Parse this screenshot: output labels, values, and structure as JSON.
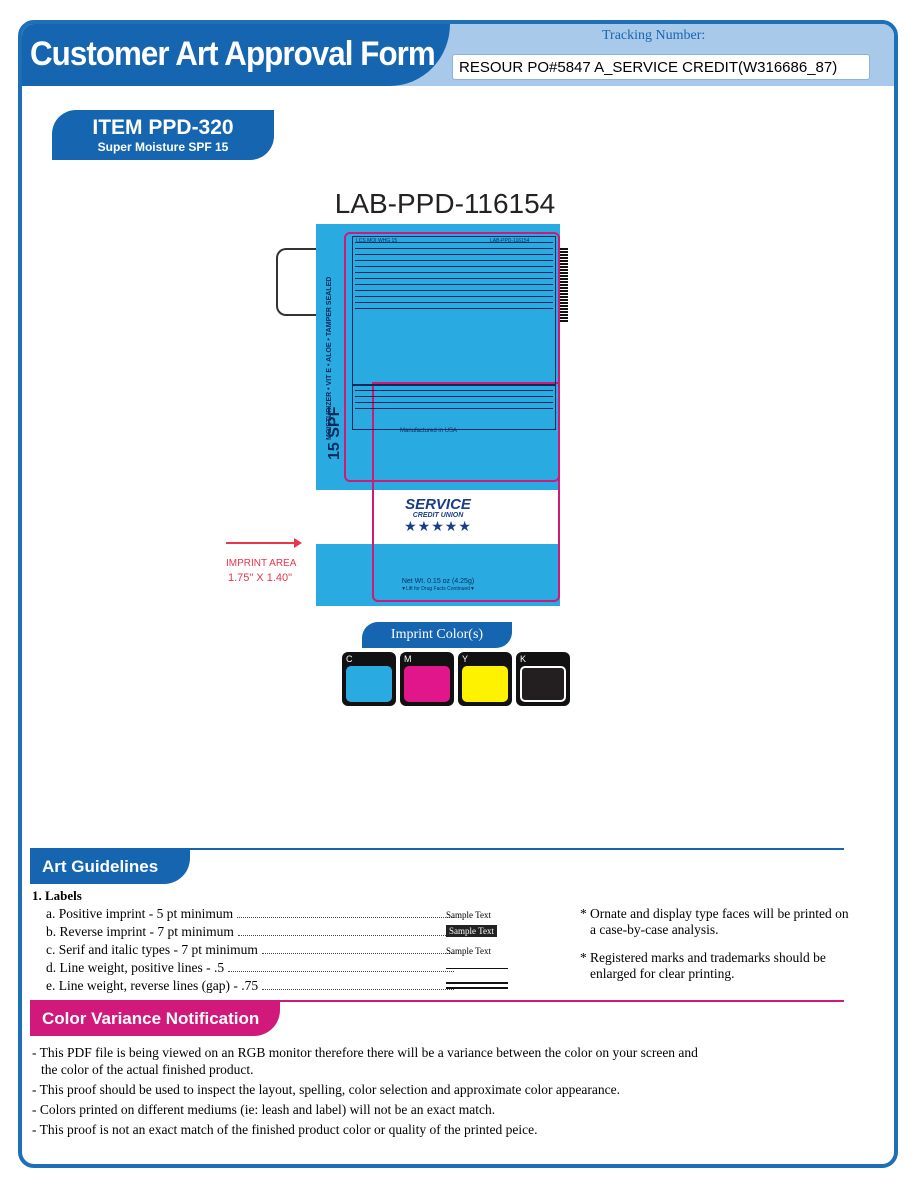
{
  "header": {
    "title": "Customer Art Approval Form",
    "tracking_label": "Tracking Number:",
    "tracking_value": "RESOUR PO#5847 A_SERVICE CREDIT(W316686_87)"
  },
  "item": {
    "code": "ITEM PPD-320",
    "name": "Super Moisture SPF 15"
  },
  "proof": {
    "lab_code": "LAB-PPD-116154",
    "label_side_text": "MOISTURIZER • VIT E • ALOE • TAMPER SEALED",
    "label_spf": "15 SPF",
    "label_header_left": "LCS MOI WHG 15",
    "label_header_right": "LAB-PPD-116154",
    "made_in": "Manufactured in USA",
    "brand_line1": "SERVICE",
    "brand_line2": "CREDIT UNION",
    "brand_stars": "★★★★★",
    "net_weight": "Net Wt. 0.15 oz (4.25g)",
    "lift_text": "▼Lift for Drug Facts Continued▼",
    "imprint_area_label": "IMPRINT AREA",
    "imprint_area_size": "1.75\" X 1.40\""
  },
  "imprint_colors": {
    "title": "Imprint Color(s)",
    "swatches": [
      {
        "letter": "C",
        "color": "#29abe2"
      },
      {
        "letter": "M",
        "color": "#e0168a"
      },
      {
        "letter": "Y",
        "color": "#fff200"
      },
      {
        "letter": "K",
        "color": "#231f20"
      }
    ]
  },
  "art_guidelines": {
    "title": "Art Guidelines",
    "section": "1. Labels",
    "rows": [
      {
        "text": "a. Positive imprint - 5 pt minimum",
        "sample": "Sample Text"
      },
      {
        "text": "b. Reverse imprint - 7 pt minimum",
        "sample": "Sample Text"
      },
      {
        "text": "c. Serif and italic types - 7 pt minimum",
        "sample": "Sample Text"
      },
      {
        "text": "d. Line weight, positive lines - .5"
      },
      {
        "text": "e. Line weight, reverse lines (gap) - .75"
      }
    ],
    "notes": [
      "Ornate and display type faces will be printed on a case-by-case analysis.",
      "Registered marks and trademarks should be enlarged for clear printing."
    ],
    "note_marker": "*"
  },
  "color_variance": {
    "title": "Color Variance Notification",
    "items": [
      "- This PDF file is being viewed on an RGB monitor therefore there will be a variance between the color on your screen and the color of the actual finished product.",
      "- This proof should be used to inspect the layout, spelling, color selection and approximate color appearance.",
      "- Colors printed on different mediums (ie: leash and label) will not be an exact match.",
      "- This proof is not an exact match of the finished product color or quality of the printed peice."
    ]
  }
}
